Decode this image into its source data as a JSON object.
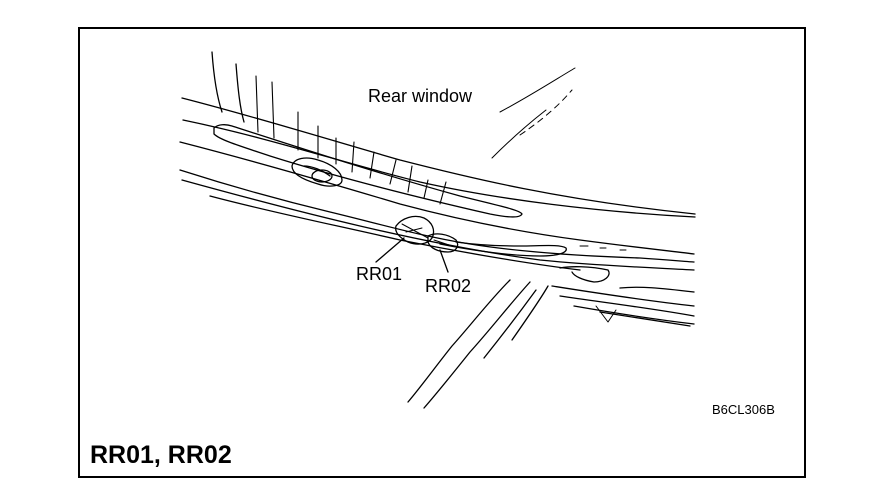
{
  "diagram": {
    "callout_rear_window": "Rear window",
    "callout_rr01": "RR01",
    "callout_rr02": "RR02",
    "figure_code": "B6CL306B",
    "caption": "RR01, RR02"
  },
  "colors": {
    "line": "#000000",
    "background": "#ffffff"
  }
}
